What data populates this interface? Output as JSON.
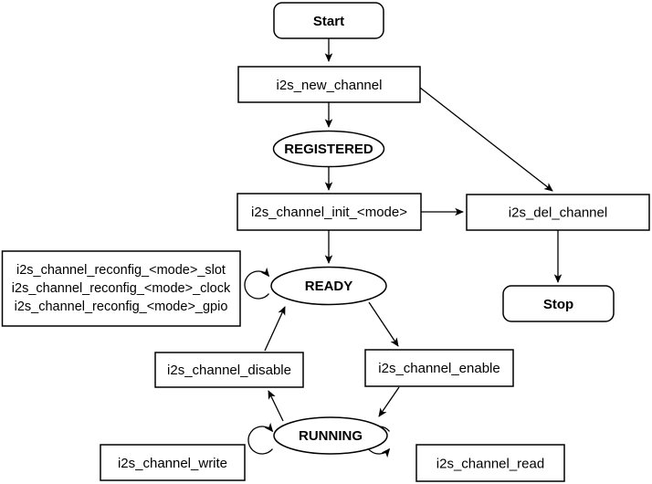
{
  "colors": {
    "stroke": "#000000",
    "node_fill": "#ffffff",
    "state_text": "#1265C8",
    "label_text": "#000000"
  },
  "nodes": {
    "start": {
      "label": "Start",
      "type": "terminal"
    },
    "new_channel": {
      "label": "i2s_new_channel",
      "type": "process"
    },
    "registered": {
      "label": "REGISTERED",
      "type": "state"
    },
    "init": {
      "label": "i2s_channel_init_<mode>",
      "type": "process"
    },
    "del_channel": {
      "label": "i2s_del_channel",
      "type": "process"
    },
    "stop": {
      "label": "Stop",
      "type": "terminal"
    },
    "ready": {
      "label": "READY",
      "type": "state"
    },
    "reconfig": {
      "type": "process",
      "lines": [
        "i2s_channel_reconfig_<mode>_slot",
        "i2s_channel_reconfig_<mode>_clock",
        "i2s_channel_reconfig_<mode>_gpio"
      ]
    },
    "disable": {
      "label": "i2s_channel_disable",
      "type": "process"
    },
    "enable": {
      "label": "i2s_channel_enable",
      "type": "process"
    },
    "running": {
      "label": "RUNNING",
      "type": "state"
    },
    "write": {
      "label": "i2s_channel_write",
      "type": "process"
    },
    "read": {
      "label": "i2s_channel_read",
      "type": "process"
    }
  },
  "edges": [
    {
      "from": "start",
      "to": "new_channel"
    },
    {
      "from": "new_channel",
      "to": "registered"
    },
    {
      "from": "registered",
      "to": "init"
    },
    {
      "from": "init",
      "to": "ready"
    },
    {
      "from": "init",
      "to": "del_channel"
    },
    {
      "from": "new_channel",
      "to": "del_channel"
    },
    {
      "from": "del_channel",
      "to": "stop"
    },
    {
      "from": "disable",
      "to": "ready"
    },
    {
      "from": "ready",
      "to": "enable"
    },
    {
      "from": "running",
      "to": "disable"
    },
    {
      "from": "enable",
      "to": "running"
    },
    {
      "from": "ready",
      "to": "ready",
      "label_box": "reconfig"
    },
    {
      "from": "running",
      "to": "running",
      "label_box": "write"
    },
    {
      "from": "running",
      "to": "running",
      "label_box": "read"
    }
  ]
}
